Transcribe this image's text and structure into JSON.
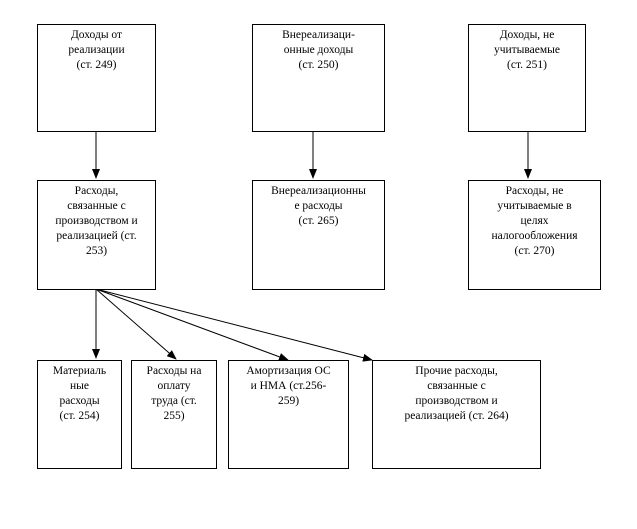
{
  "diagram": {
    "top_row": [
      {
        "id": "income-sales",
        "text": "Доходы от\nреализации\n(ст. 249)"
      },
      {
        "id": "income-nonoperating",
        "text": "Внереализаци-\nонные доходы\n(ст. 250)"
      },
      {
        "id": "income-not-counted",
        "text": "Доходы, не\nучитываемые\n(ст. 251)"
      }
    ],
    "middle_row": [
      {
        "id": "expenses-production",
        "text": "Расходы,\nсвязанные с\nпроизводством и\nреализацией (ст.\n253)"
      },
      {
        "id": "expenses-nonoperating",
        "text": "Внереализационны\nе расходы\n(ст. 265)"
      },
      {
        "id": "expenses-not-counted",
        "text": "Расходы, не\nучитываемые в\nцелях\nналогообложения\n(ст. 270)"
      }
    ],
    "bottom_row": [
      {
        "id": "material-expenses",
        "text": "Материаль\nные\nрасходы\n(ст. 254)"
      },
      {
        "id": "labor-expenses",
        "text": "Расходы на\nоплату\nтруда (ст.\n255)"
      },
      {
        "id": "depreciation",
        "text": "Амортизация ОС\nи НМА (ст.256-\n259)"
      },
      {
        "id": "other-expenses",
        "text": "Прочие расходы,\nсвязанные с\nпроизводством и\nреализацией (ст. 264)"
      }
    ]
  }
}
